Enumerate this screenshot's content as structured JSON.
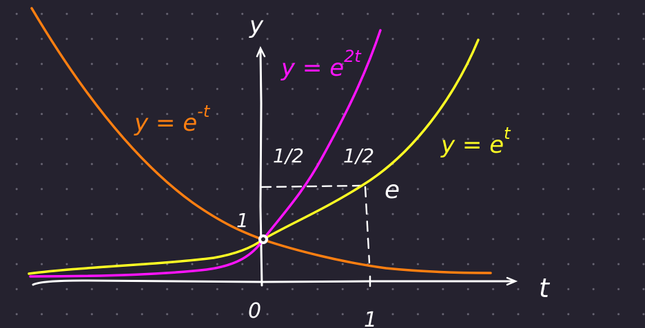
{
  "axes": {
    "y_label": "y",
    "t_label": "t",
    "origin_tick": "0",
    "one_tick": "1"
  },
  "curves": {
    "exp_neg_t": {
      "base": "y = e",
      "exp": "-t",
      "color": "#ff7f11"
    },
    "exp_2t": {
      "base": "y = e",
      "exp": "2t",
      "color": "#ff14ff"
    },
    "exp_t": {
      "base": "y = e",
      "exp": "t",
      "color": "#ffff24"
    }
  },
  "annotations": {
    "slope_2t": "1/2",
    "slope_t": "1/2",
    "e_value": "e",
    "one_value": "1"
  },
  "colors": {
    "background": "#25222f",
    "axis": "#ffffff"
  }
}
